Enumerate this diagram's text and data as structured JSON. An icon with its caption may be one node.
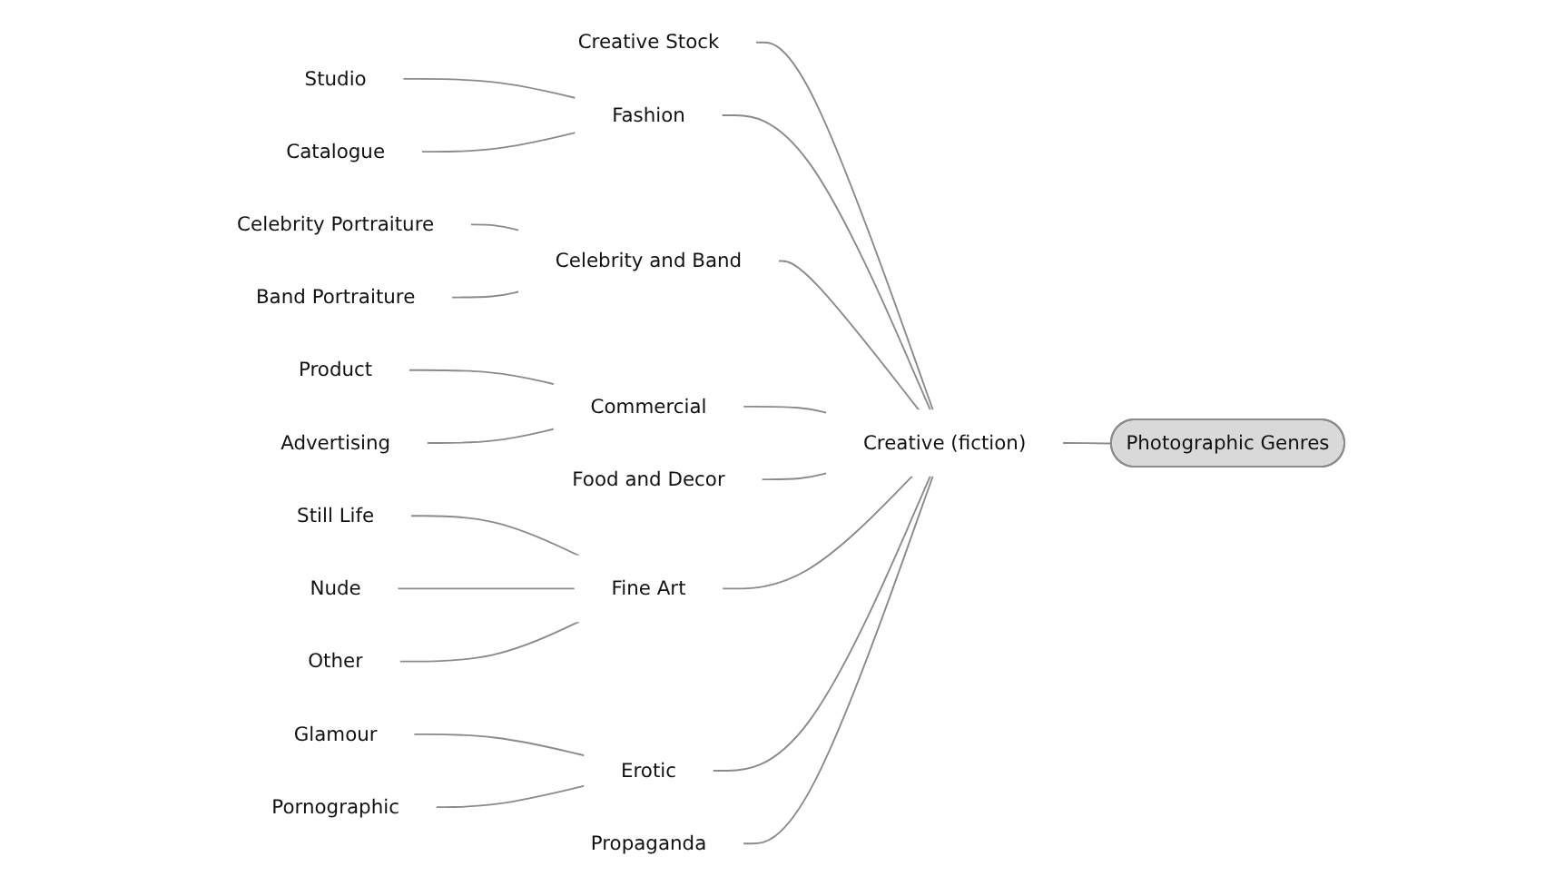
{
  "diagram": {
    "nodes": [
      {
        "text": [
          "Photographic Genres"
        ]
      },
      {
        "text": [
          "Creative (fiction)"
        ]
      },
      {
        "text": [
          "Creative Stock"
        ]
      },
      {
        "text": [
          "Fashion"
        ]
      },
      {
        "text": [
          "Studio"
        ]
      },
      {
        "text": [
          "Catalogue"
        ]
      },
      {
        "text": [
          "Celebrity and Band"
        ]
      },
      {
        "text": [
          "Celebrity Portraiture"
        ]
      },
      {
        "text": [
          "Band Portraiture"
        ]
      },
      {
        "text": [
          "Commercial"
        ]
      },
      {
        "text": [
          "Product"
        ]
      },
      {
        "text": [
          "Advertising"
        ]
      },
      {
        "text": [
          "Food and Decor"
        ]
      },
      {
        "text": [
          "Fine Art"
        ]
      },
      {
        "text": [
          "Still Life"
        ]
      },
      {
        "text": [
          "Nude"
        ]
      },
      {
        "text": [
          "Other"
        ]
      },
      {
        "text": [
          "Erotic"
        ]
      },
      {
        "text": [
          "Glamour"
        ]
      },
      {
        "text": [
          "Pornographic"
        ]
      },
      {
        "text": [
          "Propaganda"
        ]
      }
    ],
    "edges": [
      {
        "from": 0,
        "to": 1,
        "arrow": "none"
      },
      {
        "from": 1,
        "to": 2,
        "arrow": "none"
      },
      {
        "from": 1,
        "to": 3,
        "arrow": "none"
      },
      {
        "from": 3,
        "to": 4,
        "arrow": "none"
      },
      {
        "from": 3,
        "to": 5,
        "arrow": "none"
      },
      {
        "from": 1,
        "to": 6,
        "arrow": "none"
      },
      {
        "from": 6,
        "to": 7,
        "arrow": "none"
      },
      {
        "from": 6,
        "to": 8,
        "arrow": "none"
      },
      {
        "from": 1,
        "to": 9,
        "arrow": "none"
      },
      {
        "from": 9,
        "to": 10,
        "arrow": "none"
      },
      {
        "from": 9,
        "to": 11,
        "arrow": "none"
      },
      {
        "from": 1,
        "to": 12,
        "arrow": "none"
      },
      {
        "from": 1,
        "to": 13,
        "arrow": "none"
      },
      {
        "from": 13,
        "to": 14,
        "arrow": "none"
      },
      {
        "from": 13,
        "to": 15,
        "arrow": "none"
      },
      {
        "from": 13,
        "to": 16,
        "arrow": "none"
      },
      {
        "from": 1,
        "to": 17,
        "arrow": "none"
      },
      {
        "from": 17,
        "to": 18,
        "arrow": "none"
      },
      {
        "from": 17,
        "to": 19,
        "arrow": "none"
      },
      {
        "from": 1,
        "to": 20,
        "arrow": "none"
      }
    ]
  }
}
